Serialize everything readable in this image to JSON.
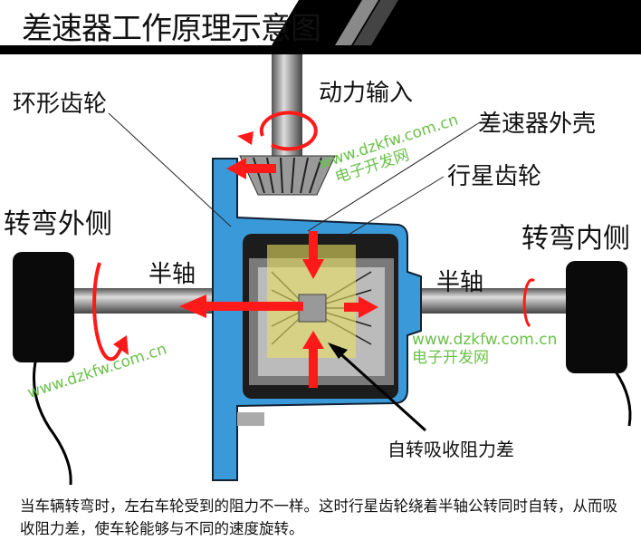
{
  "title": "差速器工作原理示意图",
  "labels": {
    "ring_gear": "环形齿轮",
    "power_input": "动力输入",
    "housing": "差速器外壳",
    "planet_gear": "行星齿轮",
    "outer_turn": "转弯外侧",
    "inner_turn": "转弯内侧",
    "half_shaft_left": "半轴",
    "half_shaft_right": "半轴",
    "self_rotation": "自转吸收阻力差"
  },
  "watermarks": [
    {
      "url": "www.dzkfw.com.cn",
      "name": "电子开发网"
    },
    {
      "url": "www.dzkfw.com.cn",
      "name": ""
    },
    {
      "url": "www.dzkfw.com.cn",
      "name": "电子开发网"
    }
  ],
  "caption": "当车辆转弯时，左右车轮受到的阻力不一样。这时行星齿轮绕着半轴公转同时自转，从而吸收阻力差，使车轮能够与不同的速度旋转。",
  "colors": {
    "housing": "#3a9ad9",
    "arrow": "#ff1a1a",
    "highlight": "#e8e060",
    "watermark": "#6cc04a"
  }
}
